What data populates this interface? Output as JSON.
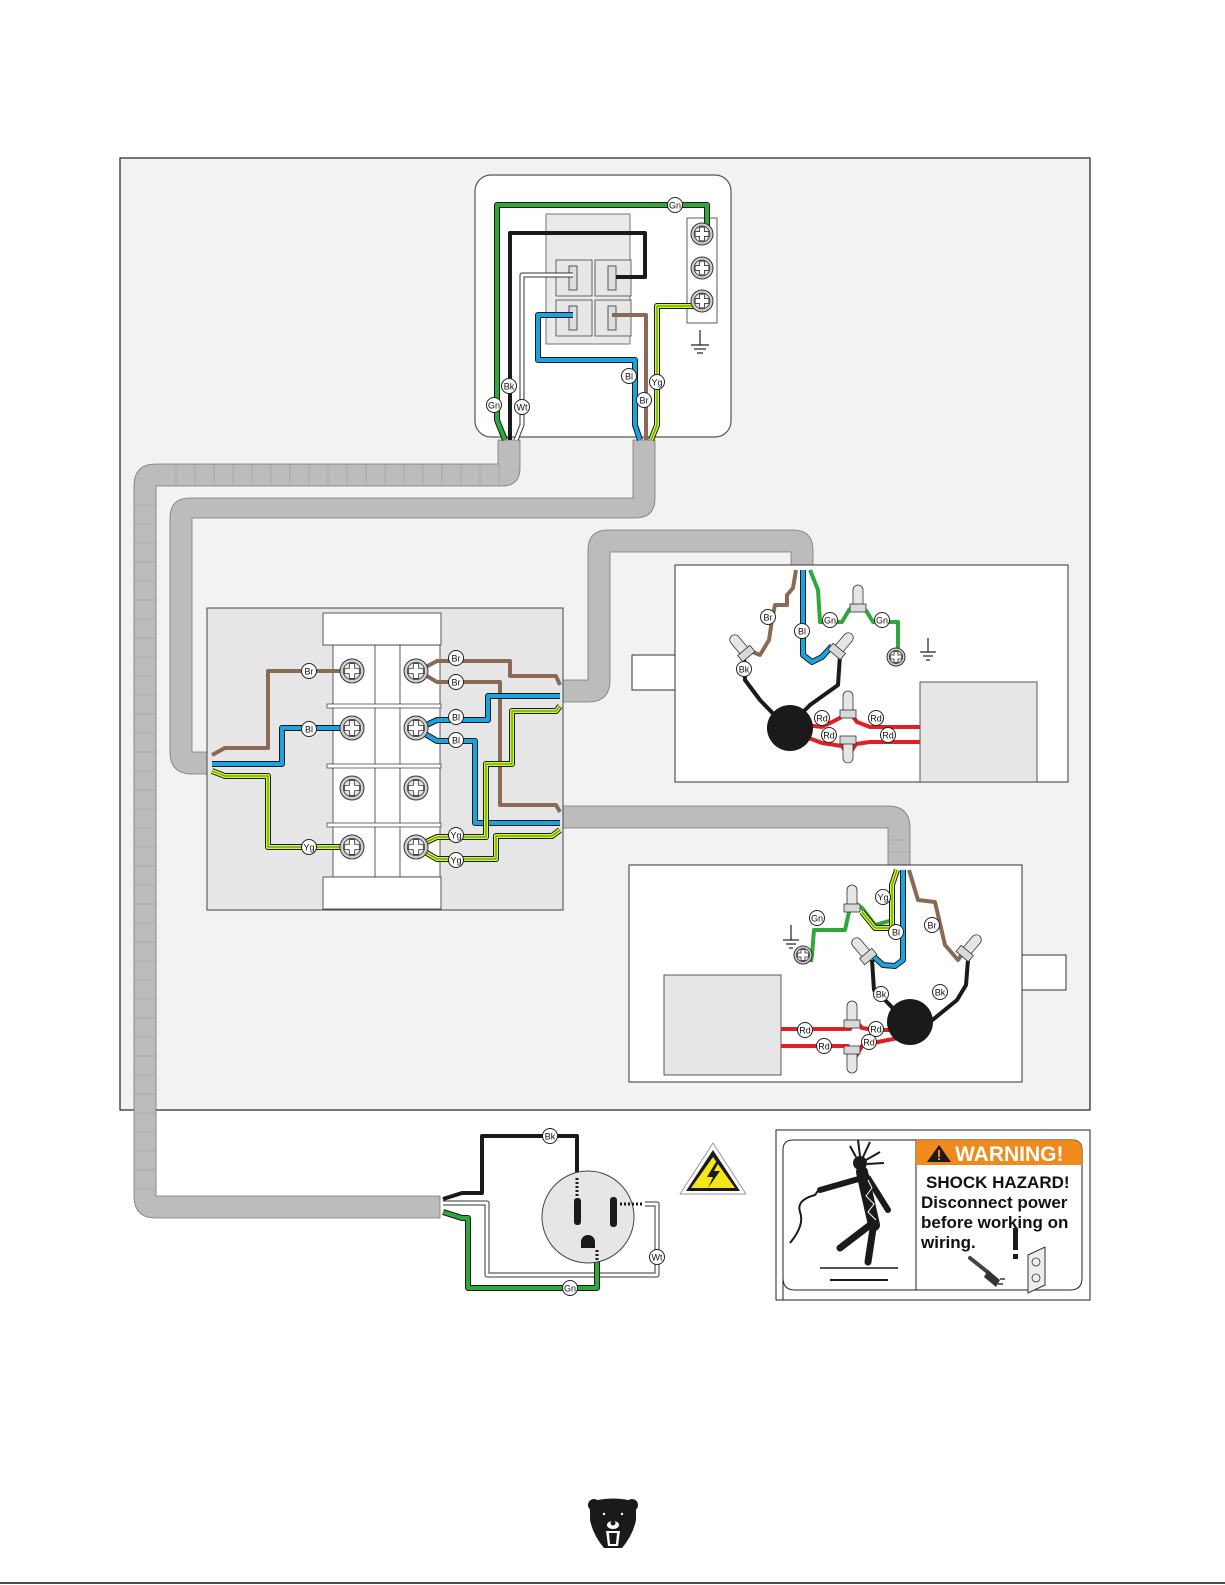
{
  "diagram": {
    "type": "wiring-diagram",
    "colors": {
      "panel_bg": "#f2f2f2",
      "box_bg": "#e6e6e6",
      "conduit": "#bcbcbc",
      "green": "#2fa83a",
      "black": "#1a1a1a",
      "white": "#ffffff",
      "blue": "#1aa3e0",
      "brown": "#8a6a55",
      "yellow": "#e8f020",
      "red": "#e02020",
      "warning_orange": "#f08a1c"
    },
    "switch_box": {
      "labels": {
        "gn_top": "Gn",
        "bk": "Bk",
        "gn": "Gn",
        "wt": "Wt",
        "bl": "Bl",
        "br": "Br",
        "yg": "Yg"
      }
    },
    "terminal_block": {
      "labels": {
        "left_br": "Br",
        "left_bl": "Bl",
        "left_yg": "Yg",
        "right_br1": "Br",
        "right_br2": "Br",
        "right_bl1": "Bl",
        "right_bl2": "Bl",
        "right_yg1": "Yg",
        "right_yg2": "Yg"
      }
    },
    "motor_upper": {
      "labels": {
        "br": "Br",
        "bl": "Bl",
        "gn1": "Gn",
        "gn2": "Gn",
        "bk": "Bk",
        "rd1": "Rd",
        "rd2": "Rd",
        "rd3": "Rd",
        "rd4": "Rd"
      }
    },
    "motor_lower": {
      "labels": {
        "yg": "Yg",
        "gn": "Gn",
        "bl": "Bl",
        "br": "Br",
        "bk1": "Bk",
        "bk2": "Bk",
        "rd1": "Rd",
        "rd2": "Rd",
        "rd3": "Rd",
        "rd4": "Rd"
      }
    },
    "receptacle": {
      "labels": {
        "bk": "Bk",
        "wt": "Wt",
        "gn": "Gn"
      }
    },
    "warning_label": {
      "header": "WARNING!",
      "line1": "SHOCK HAZARD!",
      "line2": "Disconnect power",
      "line3": "before working on",
      "line4": "wiring."
    },
    "icons": [
      "ground-symbol-icon",
      "electrical-hazard-triangle-icon",
      "shocked-person-icon",
      "plug-icon",
      "outlet-icon",
      "exclamation-icon",
      "bear-logo-icon"
    ]
  }
}
